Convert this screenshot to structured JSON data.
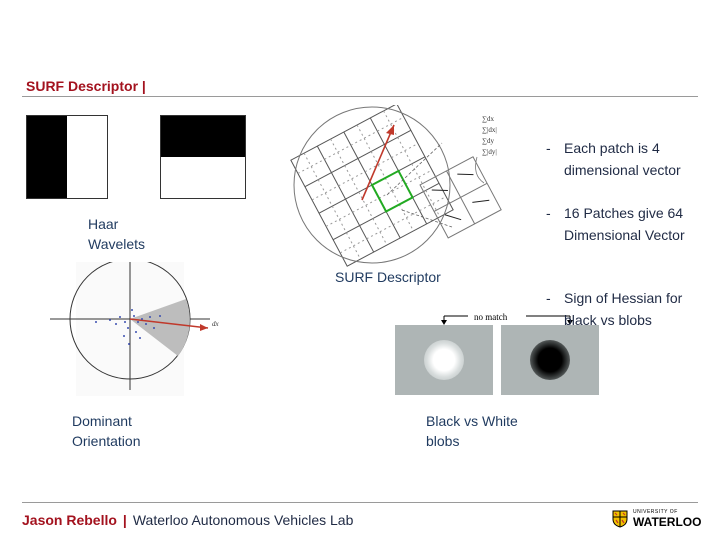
{
  "header": {
    "title": "SURF Descriptor |"
  },
  "captions": {
    "haar": "Haar\nWavelets",
    "surf": "SURF Descriptor",
    "dominant": "Dominant\nOrientation",
    "blobs": "Black vs White\nblobs"
  },
  "descriptor_figure": {
    "sum_labels": [
      "∑dx",
      "∑|dx|",
      "∑dy",
      "∑|dy|"
    ]
  },
  "orientation_figure": {
    "axis_label": "dx"
  },
  "blob_figure": {
    "label": "no match"
  },
  "bullets": [
    {
      "dash": "-",
      "text": "Each patch is 4 dimensional vector"
    },
    {
      "dash": "-",
      "text": "16 Patches give 64 Dimensional Vector"
    },
    {
      "dash": "-",
      "text": "Sign of Hessian for black vs blobs"
    }
  ],
  "footer": {
    "name": "Jason Rebello",
    "separator": "|",
    "lab": "Waterloo Autonomous Vehicles Lab"
  },
  "logo": {
    "university": "UNIVERSITY OF",
    "name": "WATERLOO"
  },
  "colors": {
    "accent": "#a3121e",
    "text": "#1f2a44"
  }
}
